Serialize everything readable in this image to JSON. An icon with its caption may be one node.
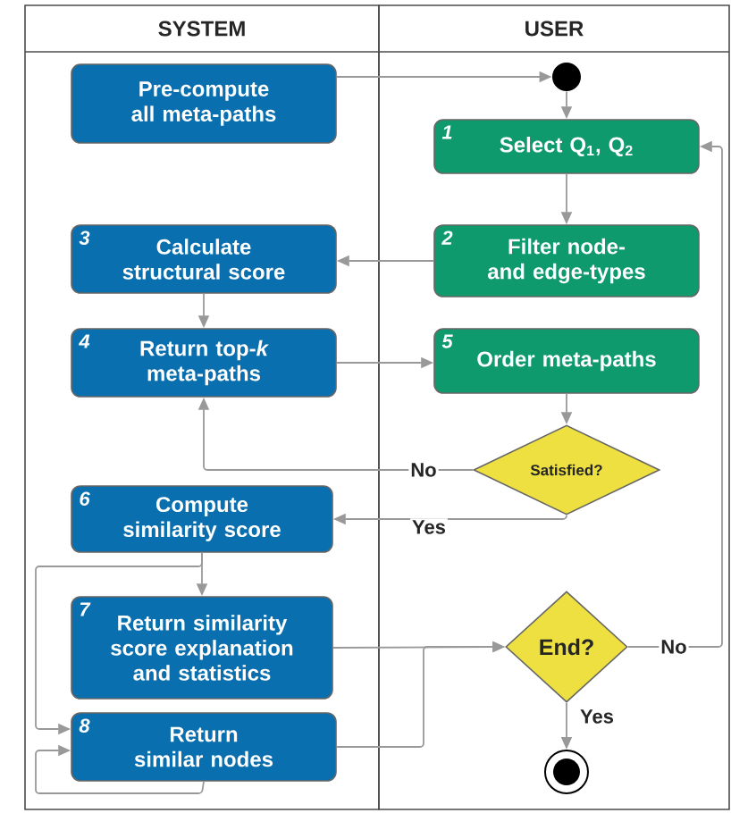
{
  "diagram": {
    "nodes": [
      {
        "text": [
          "SYSTEM"
        ]
      },
      {
        "text": [
          "USER"
        ]
      },
      {
        "text": [
          "Pre-compute all meta-paths"
        ],
        "in": 0
      },
      {
        "text": [],
        "shape": "circle",
        "in": 1
      },
      {
        "text": [
          "1",
          "Select Q$_{1}$, Q$_{2}$"
        ],
        "in": 1
      },
      {
        "text": [
          "2",
          "Filter node- and edge-types"
        ],
        "in": 1
      },
      {
        "text": [
          "3",
          "Calculate structural score"
        ],
        "in": 0
      },
      {
        "text": [
          "4",
          "Return top-*k* meta-paths"
        ],
        "in": 0
      },
      {
        "text": [
          "5",
          "Order meta-paths"
        ],
        "in": 1
      },
      {
        "text": [
          "Satisfied?"
        ],
        "in": 1
      },
      {
        "text": [
          "6",
          "Compute similarity score"
        ],
        "in": 0
      },
      {
        "text": [
          "7",
          "Return similarity score explanation and statistics"
        ],
        "in": 0
      },
      {
        "text": [
          "End?"
        ],
        "in": 1
      },
      {
        "text": [
          "8",
          "Return similar nodes"
        ],
        "in": 0
      },
      {
        "text": [],
        "shape": "circle",
        "in": 1
      }
    ],
    "edges": [
      {
        "from": 2,
        "to": 3,
        "arrow": "to"
      },
      {
        "from": 3,
        "to": 4,
        "arrow": "to"
      },
      {
        "from": 4,
        "to": 5,
        "arrow": "to"
      },
      {
        "from": 5,
        "to": 6,
        "arrow": "to"
      },
      {
        "from": 6,
        "to": 7,
        "arrow": "to"
      },
      {
        "from": 7,
        "to": 8,
        "arrow": "to"
      },
      {
        "from": 8,
        "to": 9,
        "arrow": "to"
      },
      {
        "from": 9,
        "to": 7,
        "arrow": "to",
        "label": "No"
      },
      {
        "from": 9,
        "to": 10,
        "arrow": "to",
        "label": "Yes"
      },
      {
        "from": 10,
        "to": 11,
        "arrow": "to"
      },
      {
        "from": 10,
        "to": 13,
        "arrow": "to"
      },
      {
        "from": 13,
        "to": 13,
        "arrow": "to"
      },
      {
        "from": 11,
        "to": 12,
        "arrow": "to"
      },
      {
        "from": 13,
        "to": 12,
        "arrow": "to"
      },
      {
        "from": 12,
        "to": 14,
        "arrow": "to",
        "label": "Yes"
      },
      {
        "from": 12,
        "to": 4,
        "arrow": "to",
        "label": "No"
      }
    ]
  }
}
